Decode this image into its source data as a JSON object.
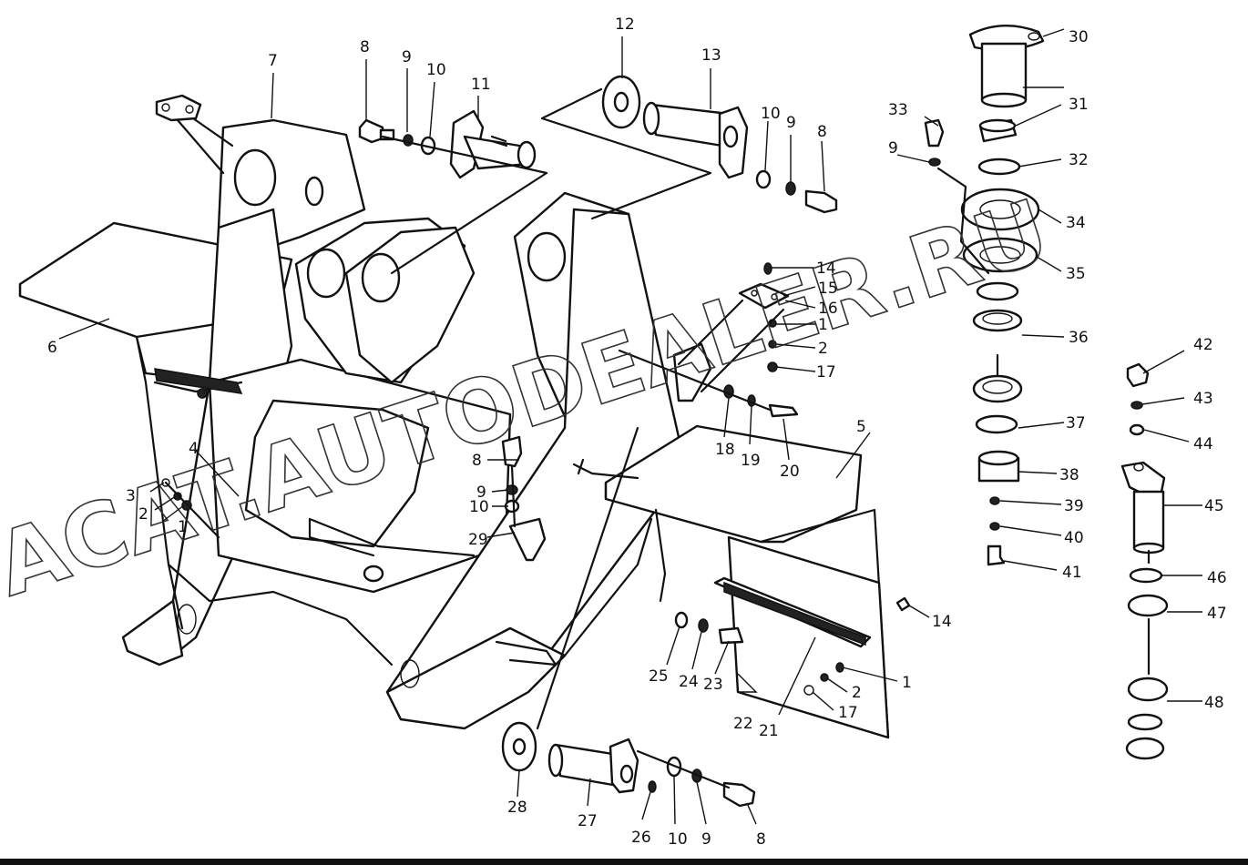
{
  "diagram": {
    "watermark": "ACAT.AUTODEALER.RU",
    "callouts": [
      {
        "id": "c1",
        "text": "1"
      },
      {
        "id": "c2",
        "text": "2"
      },
      {
        "id": "c3",
        "text": "3"
      },
      {
        "id": "c4",
        "text": "4"
      },
      {
        "id": "c5",
        "text": "5"
      },
      {
        "id": "c6",
        "text": "6"
      },
      {
        "id": "c7",
        "text": "7"
      },
      {
        "id": "c8a",
        "text": "8"
      },
      {
        "id": "c9a",
        "text": "9"
      },
      {
        "id": "c10a",
        "text": "10"
      },
      {
        "id": "c11",
        "text": "11"
      },
      {
        "id": "c12",
        "text": "12"
      },
      {
        "id": "c13",
        "text": "13"
      },
      {
        "id": "c10b",
        "text": "10"
      },
      {
        "id": "c9b",
        "text": "9"
      },
      {
        "id": "c8b",
        "text": "8"
      },
      {
        "id": "c14a",
        "text": "14"
      },
      {
        "id": "c15",
        "text": "15"
      },
      {
        "id": "c16",
        "text": "16"
      },
      {
        "id": "c1b",
        "text": "1"
      },
      {
        "id": "c2b",
        "text": "2"
      },
      {
        "id": "c17a",
        "text": "17"
      },
      {
        "id": "c18",
        "text": "18"
      },
      {
        "id": "c19",
        "text": "19"
      },
      {
        "id": "c20",
        "text": "20"
      },
      {
        "id": "c8c",
        "text": "8"
      },
      {
        "id": "c9c",
        "text": "9"
      },
      {
        "id": "c10c",
        "text": "10"
      },
      {
        "id": "c29",
        "text": "29"
      },
      {
        "id": "c30",
        "text": "30"
      },
      {
        "id": "c31",
        "text": "31"
      },
      {
        "id": "c32",
        "text": "32"
      },
      {
        "id": "c33",
        "text": "33"
      },
      {
        "id": "c9d",
        "text": "9"
      },
      {
        "id": "c34",
        "text": "34"
      },
      {
        "id": "c35",
        "text": "35"
      },
      {
        "id": "c36",
        "text": "36"
      },
      {
        "id": "c37",
        "text": "37"
      },
      {
        "id": "c38",
        "text": "38"
      },
      {
        "id": "c39",
        "text": "39"
      },
      {
        "id": "c40",
        "text": "40"
      },
      {
        "id": "c41",
        "text": "41"
      },
      {
        "id": "c42",
        "text": "42"
      },
      {
        "id": "c43",
        "text": "43"
      },
      {
        "id": "c44",
        "text": "44"
      },
      {
        "id": "c45",
        "text": "45"
      },
      {
        "id": "c46",
        "text": "46"
      },
      {
        "id": "c47",
        "text": "47"
      },
      {
        "id": "c48",
        "text": "48"
      },
      {
        "id": "c14b",
        "text": "14"
      },
      {
        "id": "c1c",
        "text": "1"
      },
      {
        "id": "c2c",
        "text": "2"
      },
      {
        "id": "c17b",
        "text": "17"
      },
      {
        "id": "c25",
        "text": "25"
      },
      {
        "id": "c24",
        "text": "24"
      },
      {
        "id": "c23",
        "text": "23"
      },
      {
        "id": "c22",
        "text": "22"
      },
      {
        "id": "c21",
        "text": "21"
      },
      {
        "id": "c28",
        "text": "28"
      },
      {
        "id": "c27",
        "text": "27"
      },
      {
        "id": "c26",
        "text": "26"
      },
      {
        "id": "c10d",
        "text": "10"
      },
      {
        "id": "c9e",
        "text": "9"
      },
      {
        "id": "c8d",
        "text": "8"
      }
    ]
  }
}
